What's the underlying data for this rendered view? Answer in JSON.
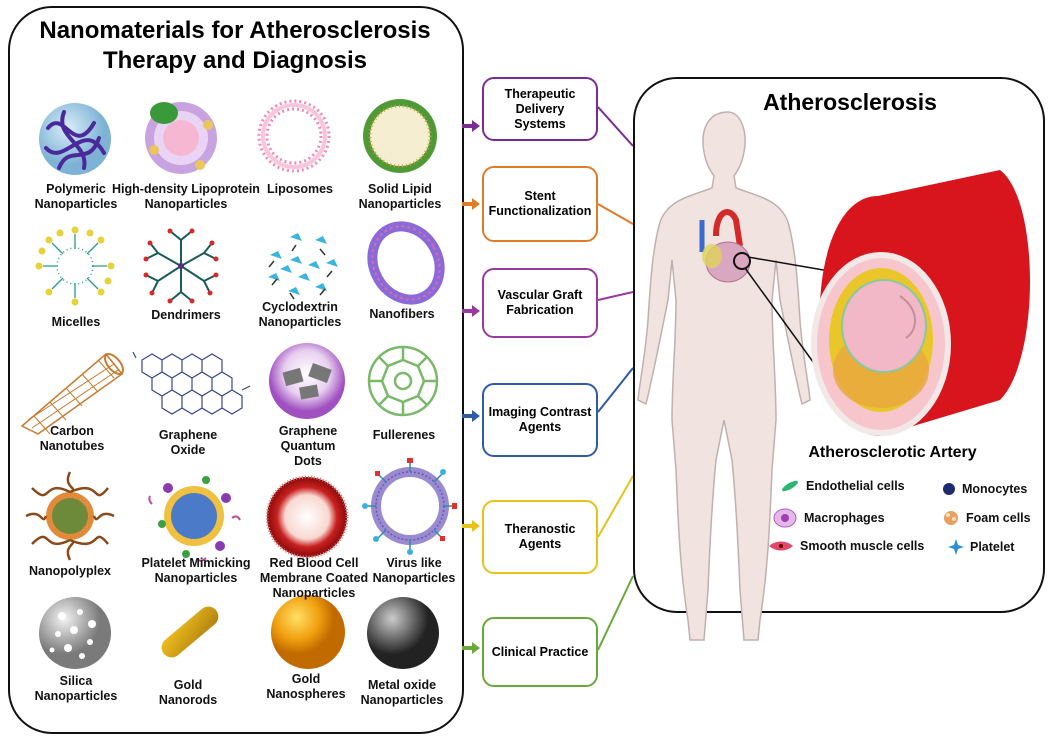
{
  "left_title": [
    "Nanomaterials for Atherosclerosis",
    "Therapy and Diagnosis"
  ],
  "right_title": "Atherosclerosis",
  "nanomaterials": [
    {
      "label": [
        "Polymeric",
        "Nanoparticles"
      ],
      "icon": "polymeric-nanoparticle-icon"
    },
    {
      "label": [
        "High-density Lipoprotein",
        "Nanoparticles"
      ],
      "icon": "hdl-nanoparticle-icon"
    },
    {
      "label": [
        "Liposomes"
      ],
      "icon": "liposome-icon"
    },
    {
      "label": [
        "Solid Lipid",
        "Nanoparticles"
      ],
      "icon": "solid-lipid-nanoparticle-icon"
    },
    {
      "label": [
        "Micelles"
      ],
      "icon": "micelle-icon"
    },
    {
      "label": [
        "Dendrimers"
      ],
      "icon": "dendrimer-icon"
    },
    {
      "label": [
        "Cyclodextrin",
        "Nanoparticles"
      ],
      "icon": "cyclodextrin-nanoparticle-icon"
    },
    {
      "label": [
        "Nanofibers"
      ],
      "icon": "nanofiber-icon"
    },
    {
      "label": [
        "Carbon",
        "Nanotubes"
      ],
      "icon": "carbon-nanotube-icon"
    },
    {
      "label": [
        "Graphene",
        "Oxide"
      ],
      "icon": "graphene-oxide-icon"
    },
    {
      "label": [
        "Graphene",
        "Quantum",
        "Dots"
      ],
      "icon": "graphene-quantum-dot-icon"
    },
    {
      "label": [
        "Fullerenes"
      ],
      "icon": "fullerene-icon"
    },
    {
      "label": [
        "Nanopolyplex"
      ],
      "icon": "nanopolyplex-icon"
    },
    {
      "label": [
        "Platelet Mimicking",
        "Nanoparticles"
      ],
      "icon": "platelet-mimicking-nanoparticle-icon"
    },
    {
      "label": [
        "Red Blood Cell",
        "Membrane Coated",
        "Nanoparticles"
      ],
      "icon": "rbc-membrane-nanoparticle-icon"
    },
    {
      "label": [
        "Virus like",
        "Nanoparticles"
      ],
      "icon": "virus-like-nanoparticle-icon"
    },
    {
      "label": [
        "Silica",
        "Nanoparticles"
      ],
      "icon": "silica-nanoparticle-icon"
    },
    {
      "label": [
        "Gold",
        "Nanorods"
      ],
      "icon": "gold-nanorod-icon"
    },
    {
      "label": [
        "Gold",
        "Nanospheres"
      ],
      "icon": "gold-nanosphere-icon"
    },
    {
      "label": [
        "Metal oxide",
        "Nanoparticles"
      ],
      "icon": "metal-oxide-nanoparticle-icon"
    }
  ],
  "applications": [
    {
      "label": [
        "Therapeutic",
        "Delivery",
        "Systems"
      ],
      "color": "#7a2b95"
    },
    {
      "label": [
        "Stent",
        "Functionalization"
      ],
      "color": "#e07b2a"
    },
    {
      "label": [
        "Vascular Graft",
        "Fabrication"
      ],
      "color": "#9b3a9e"
    },
    {
      "label": [
        "Imaging Contrast",
        "Agents"
      ],
      "color": "#2e5aa8"
    },
    {
      "label": [
        "Theranostic",
        "Agents"
      ],
      "color": "#e6c21a"
    },
    {
      "label": [
        "Clinical Practice"
      ],
      "color": "#6aa83a"
    }
  ],
  "artery_title": "Atherosclerotic Artery",
  "legend": [
    {
      "label": "Endothelial cells",
      "icon": "endothelial-cell-icon",
      "color": "#2bb673"
    },
    {
      "label": "Monocytes",
      "icon": "monocyte-icon",
      "color": "#1e2a6e"
    },
    {
      "label": "Macrophages",
      "icon": "macrophage-icon",
      "color": "#c77bd0"
    },
    {
      "label": "Foam cells",
      "icon": "foam-cell-icon",
      "color": "#e8a060"
    },
    {
      "label": "Smooth muscle cells",
      "icon": "smooth-muscle-cell-icon",
      "color": "#e0486a"
    },
    {
      "label": "Platelet",
      "icon": "platelet-icon",
      "color": "#2a8fd6"
    }
  ]
}
